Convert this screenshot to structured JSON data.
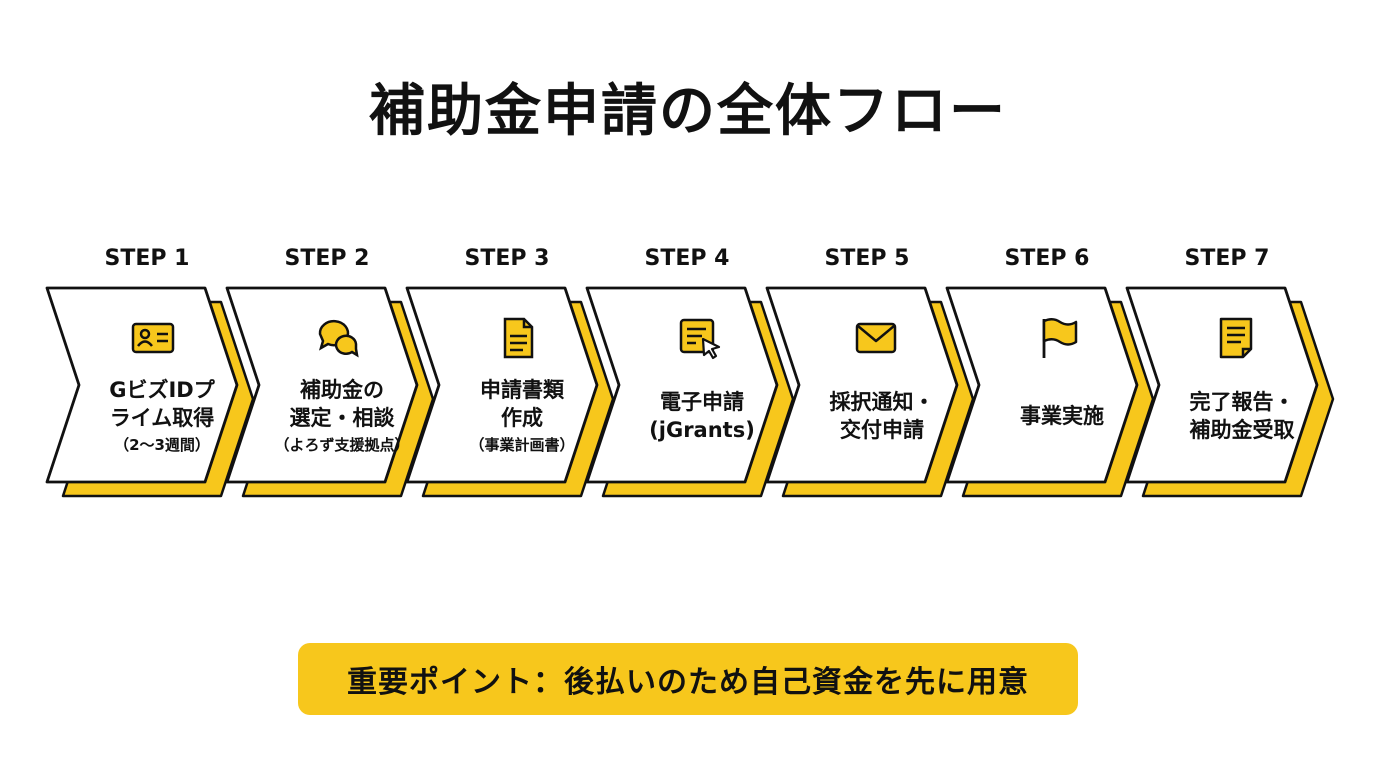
{
  "title": "補助金申請の全体フロー",
  "colors": {
    "accent": "#F7C71C",
    "stroke": "#111111",
    "fill": "#ffffff"
  },
  "steps": [
    {
      "label": "STEP 1",
      "main": "GビズIDプ\nライム取得",
      "sub": "（2〜3週間）",
      "icon": "id-card-icon"
    },
    {
      "label": "STEP 2",
      "main": "補助金の\n選定・相談",
      "sub": "（よろず支援拠点）",
      "icon": "chat-bubbles-icon"
    },
    {
      "label": "STEP 3",
      "main": "申請書類\n作成",
      "sub": "（事業計画書）",
      "icon": "document-icon"
    },
    {
      "label": "STEP 4",
      "main": "電子申請\n(jGrants)",
      "sub": "",
      "icon": "online-form-cursor-icon"
    },
    {
      "label": "STEP 5",
      "main": "採択通知・\n交付申請",
      "sub": "",
      "icon": "envelope-icon"
    },
    {
      "label": "STEP 6",
      "main": "事業実施",
      "sub": "",
      "icon": "flag-icon"
    },
    {
      "label": "STEP 7",
      "main": "完了報告・\n補助金受取",
      "sub": "",
      "icon": "report-document-icon"
    }
  ],
  "key_point": "重要ポイント：後払いのため自己資金を先に用意"
}
